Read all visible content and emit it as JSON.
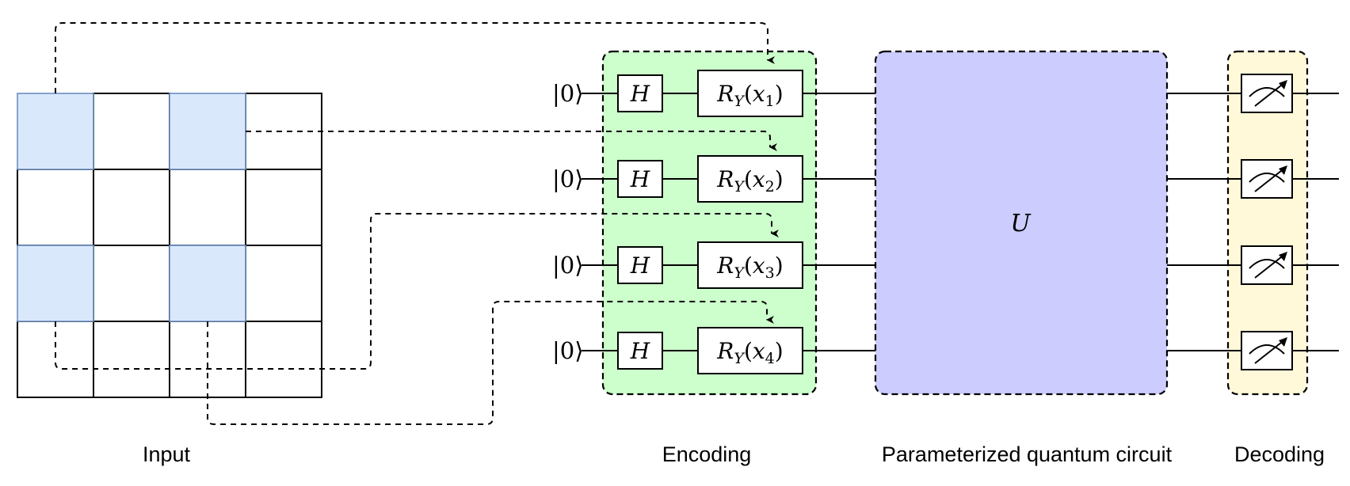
{
  "sections": {
    "input": "Input",
    "encoding": "Encoding",
    "pqc": "Parameterized quantum circuit",
    "decoding": "Decoding"
  },
  "colors": {
    "highlight_cell": "#dae8fc",
    "highlight_border": "#6c8ebf",
    "encoding_bg": "#ccffcc",
    "pqc_bg": "#ccccff",
    "decoding_bg": "#fff9d9",
    "stroke": "#000000"
  },
  "input_grid": {
    "rows": 4,
    "cols": 4,
    "highlighted": [
      [
        0,
        0
      ],
      [
        0,
        2
      ],
      [
        2,
        0
      ],
      [
        2,
        2
      ]
    ]
  },
  "qubits": [
    {
      "init": "|0⟩",
      "hadamard": "H",
      "rot_base": "R",
      "rot_sub": "Y",
      "param_base": "x",
      "param_sub": "1"
    },
    {
      "init": "|0⟩",
      "hadamard": "H",
      "rot_base": "R",
      "rot_sub": "Y",
      "param_base": "x",
      "param_sub": "2"
    },
    {
      "init": "|0⟩",
      "hadamard": "H",
      "rot_base": "R",
      "rot_sub": "Y",
      "param_base": "x",
      "param_sub": "3"
    },
    {
      "init": "|0⟩",
      "hadamard": "H",
      "rot_base": "R",
      "rot_sub": "Y",
      "param_base": "x",
      "param_sub": "4"
    }
  ],
  "pqc_label": "U",
  "measurement_icon": "meter-icon"
}
